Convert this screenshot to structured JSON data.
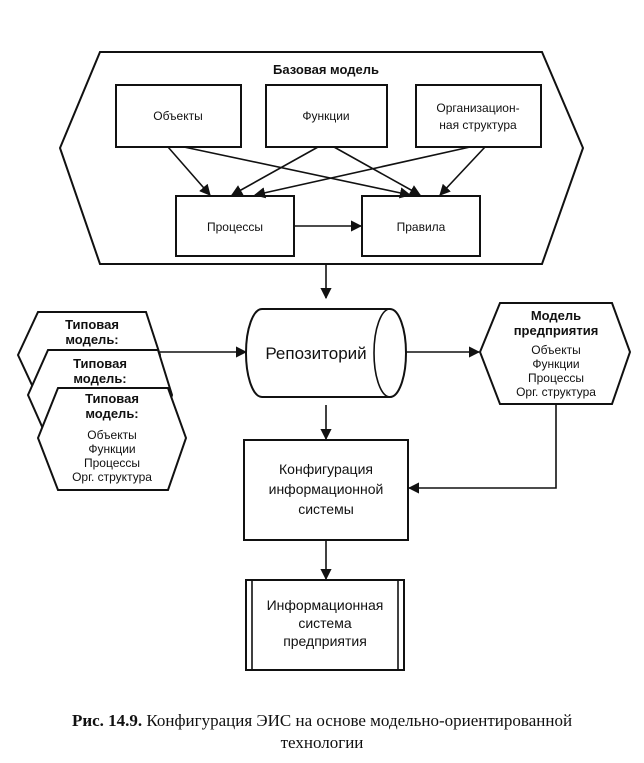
{
  "diagram": {
    "base_model": {
      "title": "Базовая модель",
      "objects": "Объекты",
      "functions": "Функции",
      "org_line1": "Организацион-",
      "org_line2": "ная структура",
      "processes": "Процессы",
      "rules": "Правила"
    },
    "repository": "Репозиторий",
    "typical_models": {
      "back_title_line1": "Типовая",
      "back_title_line2": "модель:",
      "middle_title_line1": "Типовая",
      "middle_title_line2": "модель:",
      "front_title_line1": "Типовая",
      "front_title_line2": "модель:",
      "items": [
        "Объекты",
        "Функции",
        "Процессы",
        "Орг. структура"
      ]
    },
    "enterprise_model": {
      "title_line1": "Модель",
      "title_line2": "предприятия",
      "items": [
        "Объекты",
        "Функции",
        "Процессы",
        "Орг. структура"
      ]
    },
    "configuration": {
      "line1": "Конфигурация",
      "line2": "информационной",
      "line3": "системы"
    },
    "information_system": {
      "line1": "Информационная",
      "line2": "система",
      "line3": "предприятия"
    }
  },
  "caption": {
    "label": "Рис. 14.9.",
    "line1": "Конфигурация ЭИС на основе модельно-ориентированной",
    "line2": "технологии"
  }
}
